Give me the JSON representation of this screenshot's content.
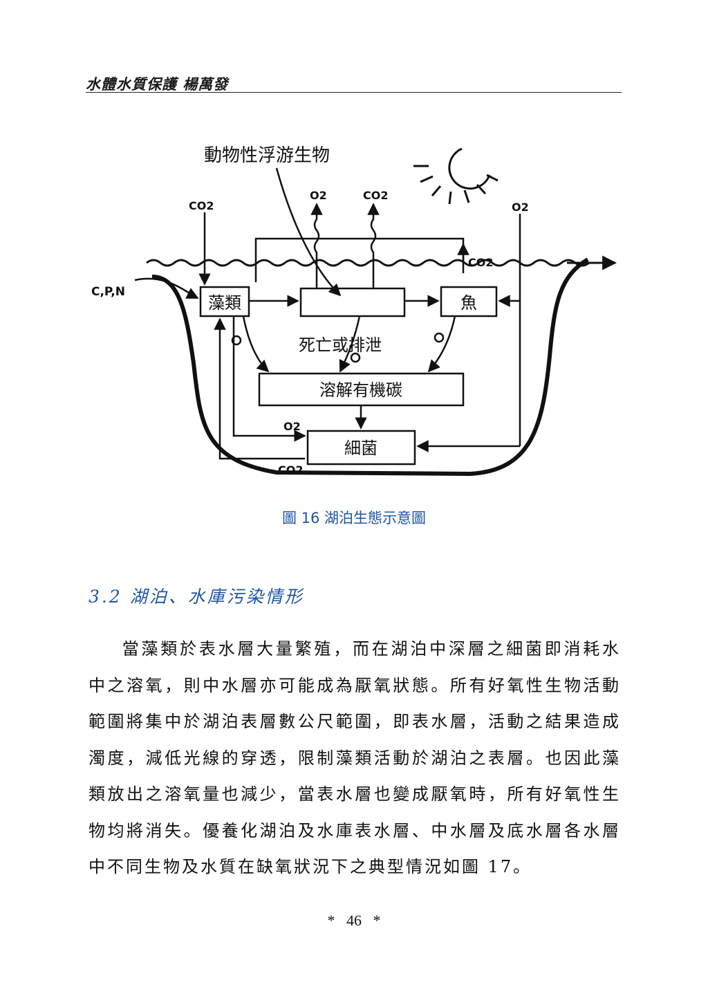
{
  "header": {
    "text": "水體水質保護 楊萬發"
  },
  "figure": {
    "labels": {
      "zooplankton": "動物性浮游生物",
      "algae": "藻類",
      "fish": "魚",
      "death_excretion": "死亡或排泄",
      "doc": "溶解有機碳",
      "bacteria": "細菌",
      "nutrients": "C,P,N",
      "co2_left": "CO2",
      "o2_top": "O2",
      "co2_top": "CO2",
      "o2_right": "O2",
      "co2_surface": "CO2",
      "o2_bacteria": "O2",
      "co2_bottom": "CO2"
    },
    "caption": "圖 16  湖泊生態示意圖"
  },
  "section": {
    "title": "3.2 湖泊、水庫污染情形"
  },
  "paragraph": {
    "text": "當藻類於表水層大量繁殖，而在湖泊中深層之細菌即消耗水中之溶氧，則中水層亦可能成為厭氧狀態。所有好氧性生物活動範圍將集中於湖泊表層數公尺範圍，即表水層，活動之結果造成濁度，減低光線的穿透，限制藻類活動於湖泊之表層。也因此藻類放出之溶氧量也減少，當表水層也變成厭氧時，所有好氧性生物均將消失。優養化湖泊及水庫表水層、中水層及底水層各水層中不同生物及水質在缺氧狀況下之典型情況如圖 17。"
  },
  "footer": {
    "page_number": "*   46   *"
  }
}
